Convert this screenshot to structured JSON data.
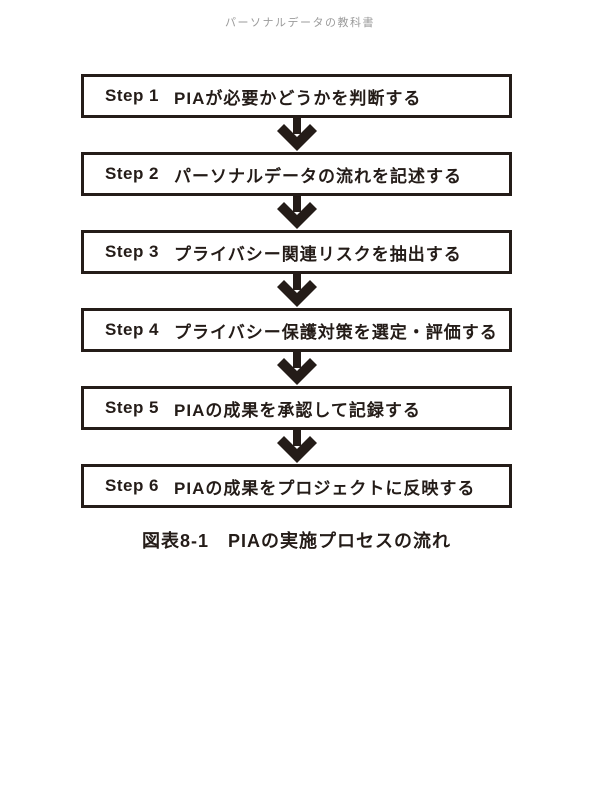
{
  "page": {
    "running_header": "パーソナルデータの教科書",
    "caption": "図表8-1　PIAの実施プロセスの流れ"
  },
  "flowchart": {
    "steps": [
      {
        "label": "Step 1",
        "text": "PIAが必要かどうかを判断する"
      },
      {
        "label": "Step 2",
        "text": "パーソナルデータの流れを記述する"
      },
      {
        "label": "Step 3",
        "text": "プライバシー関連リスクを抽出する"
      },
      {
        "label": "Step 4",
        "text": "プライバシー保護対策を選定・評価する"
      },
      {
        "label": "Step 5",
        "text": "PIAの成果を承認して記録する"
      },
      {
        "label": "Step 6",
        "text": "PIAの成果をプロジェクトに反映する"
      }
    ]
  },
  "icons": {
    "arrow": "down-arrow"
  },
  "colors": {
    "ink": "#241c18",
    "header_gray": "#9b9b9b",
    "background": "#ffffff"
  }
}
